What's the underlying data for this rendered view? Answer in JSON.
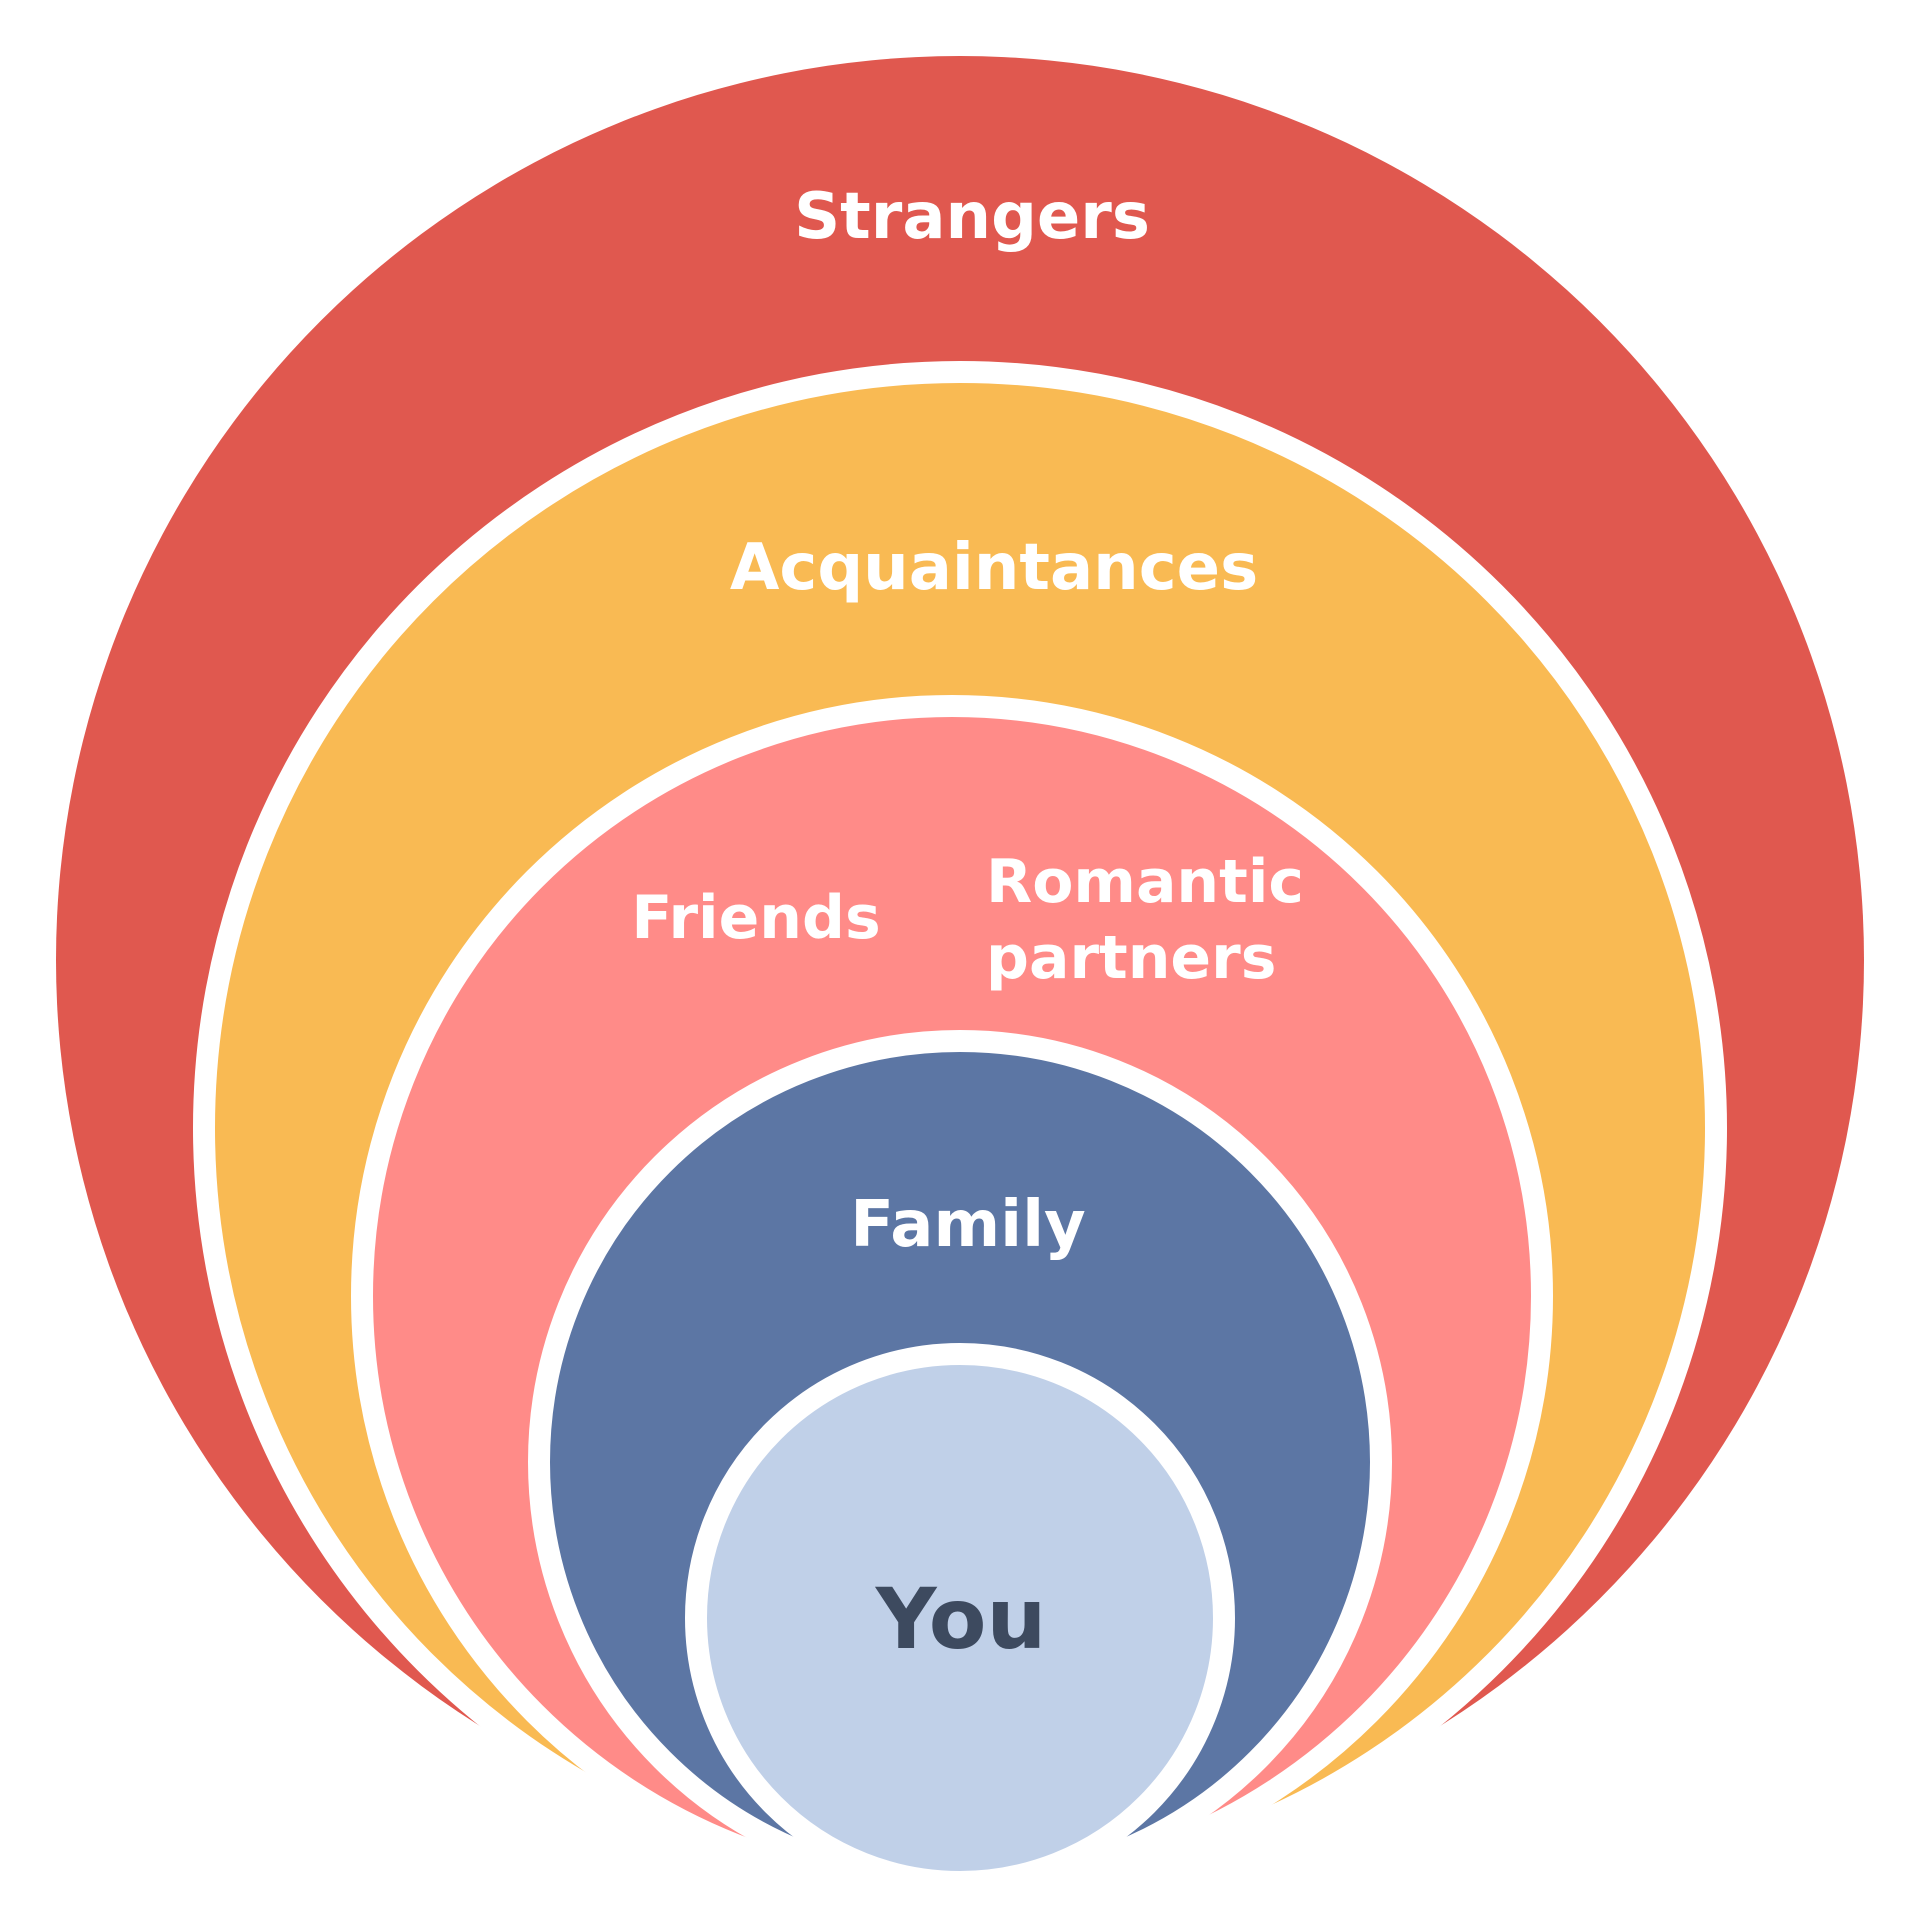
{
  "colors": {
    "background": "#ffffff",
    "strangers": "#E0584F",
    "acquaintances": "#F9BA53",
    "friends": "#FF8B88",
    "family": "#5C76A4",
    "you": "#C0D0E8",
    "you_text": "#3D4A5F",
    "label_text": "#ffffff"
  },
  "rings": {
    "strangers": "Strangers",
    "acquaintances": "Acquaintances",
    "friends": "Friends",
    "romantic_partners_line1": "Romantic",
    "romantic_partners_line2": "partners",
    "family": "Family",
    "you": "You"
  }
}
